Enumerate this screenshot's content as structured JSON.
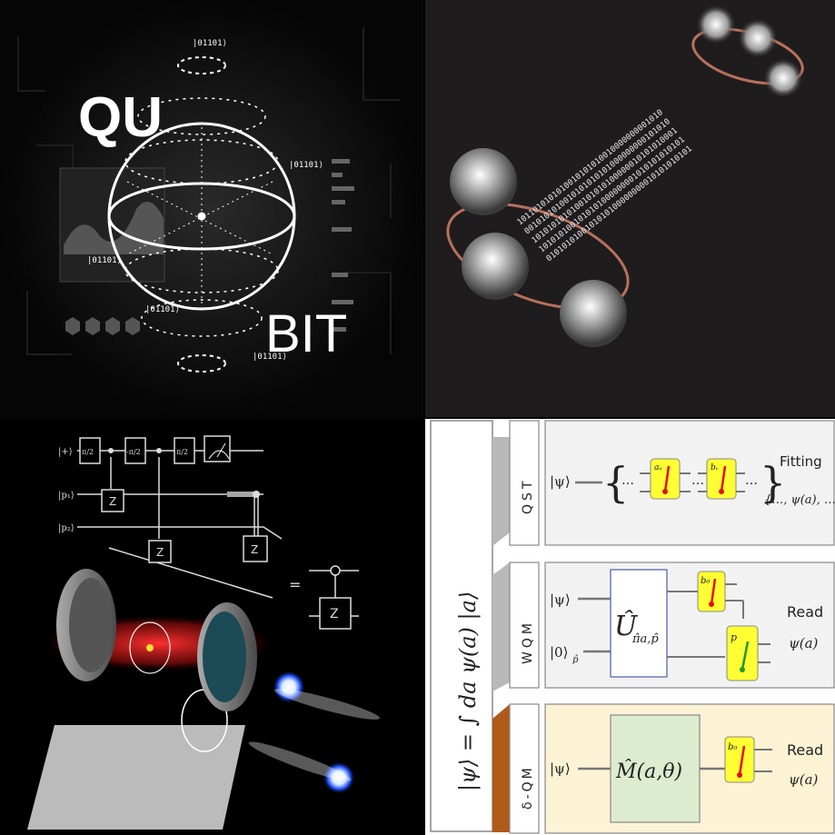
{
  "qubit_panel": {
    "word_top": "QU",
    "word_bottom": "BIT",
    "state_labels": [
      "|01101⟩",
      "|01101⟩",
      "|01101⟩",
      "|01101⟩",
      "|01101⟩"
    ]
  },
  "binary_panel": {
    "rows": [
      "1011010101010010101010010000000001010",
      "0010101010010101010101000000000101010",
      "1010101010100101010100000010101010001",
      "1010101001010101000000001010101010101",
      "0101010100101010100000000010101010101"
    ]
  },
  "circuit_panel": {
    "wires": [
      "|+⟩",
      "|p₁⟩",
      "|p₂⟩"
    ],
    "gate_pi2": "π/2",
    "gate_neg_pi2": "-π/2",
    "gate_z": "Z",
    "equals": "="
  },
  "measurement_panel": {
    "lhs": "|ψ⟩ = ∫ da ψ(a) |a⟩",
    "sections": [
      {
        "tag": "QST",
        "ket": "|ψ⟩",
        "meters": [
          "aᵤ",
          "bᵥ"
        ],
        "dots": "…",
        "result_title": "Fitting",
        "result_value": "{…, ψ(a), …}"
      },
      {
        "tag": "WQM",
        "ket": "|ψ⟩",
        "ket2": "|0⟩",
        "ket2_sub": "p̂",
        "unitary": "Û",
        "unitary_sub": "π̂a,p̂",
        "meters": [
          "b₀",
          "p"
        ],
        "result_title": "Read",
        "result_value": "ψ(a)"
      },
      {
        "tag": "δ-QM",
        "ket": "|ψ⟩",
        "operator": "M̂(a,θ)",
        "meters": [
          "b₀"
        ],
        "result_title": "Read",
        "result_value": "ψ(a)"
      }
    ],
    "colors": {
      "tag_gray": "#b8b8b8",
      "tag_brown": "#b05a1a",
      "section_bg": "#f2f2f2",
      "delta_bg": "#fbf3d4",
      "operator_bg": "#ddeccf",
      "meter_bg": "#ffff33",
      "needle_red": "#e01010",
      "needle_green": "#1f9a33"
    }
  }
}
